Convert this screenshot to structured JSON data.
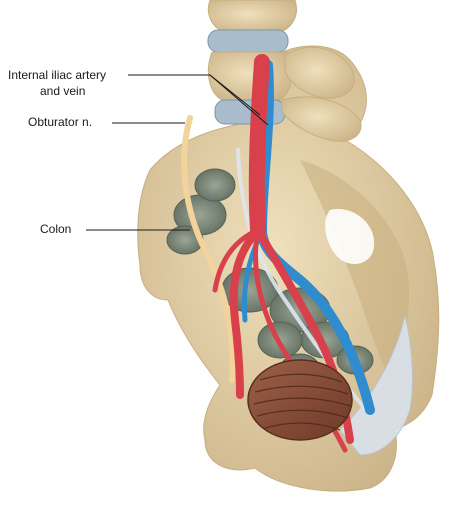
{
  "figure": {
    "labels": {
      "internal_iliac_line1": "Internal iliac artery",
      "internal_iliac_line2": "and vein",
      "obturator": "Obturator n.",
      "colon": "Colon"
    },
    "colors": {
      "bone": "#e3cfa3",
      "bone_shadow": "#c7ae80",
      "disc": "#a9bccb",
      "artery": "#d8404b",
      "vein": "#2f8ccf",
      "nerve": "#f1d39b",
      "colon": "#7f8a7a",
      "muscle": "#8a5038",
      "ligament": "#d9e0e8",
      "leader_line": "#1a1a1a"
    }
  }
}
